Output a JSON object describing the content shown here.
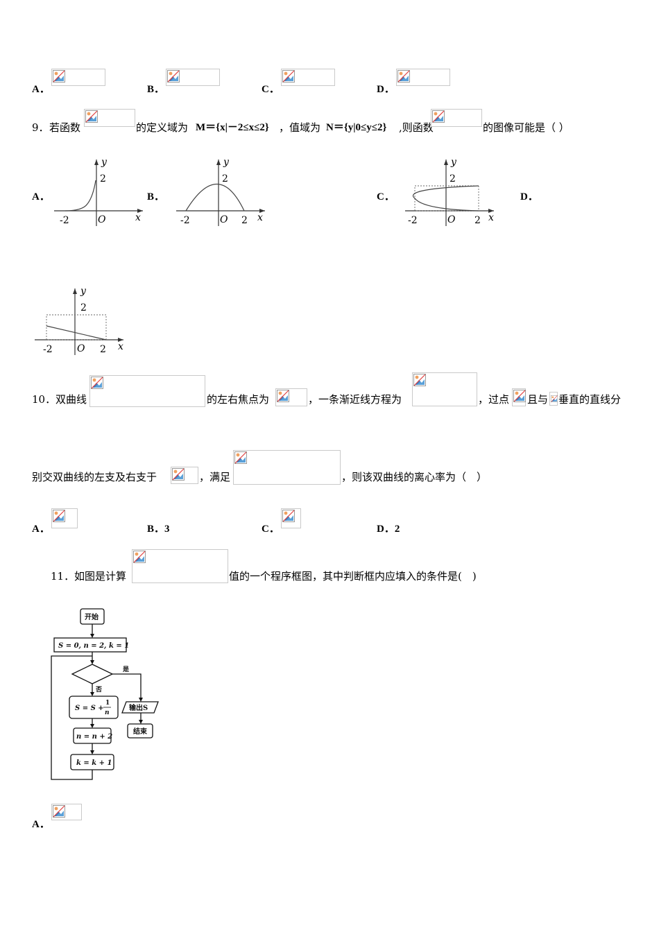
{
  "q8": {
    "options": [
      "A．",
      "B．",
      "C．",
      "D．"
    ]
  },
  "q9": {
    "num": "9．",
    "t1": "若函数",
    "t2": "的定义域为",
    "domain_set": "M＝{x|－2≤x≤2}",
    "t3": "，值域为",
    "range_set": "N＝{y|0≤y≤2}",
    "t4": ",则函数",
    "t5": "的图像可能是（ ）",
    "options": [
      "A．",
      "B．",
      "C．",
      "D．"
    ],
    "graphs": {
      "y_label": "y",
      "x_label": "x",
      "two": "2",
      "neg_two": "-2",
      "origin": "O"
    }
  },
  "q10": {
    "num": "10．",
    "t1": "双曲线",
    "t2": "的左右焦点为",
    "t3": "，一条渐近线方程为",
    "t4": "，过点",
    "t5": "且与",
    "t6": "垂直的直线分",
    "t7": "别交双曲线的左支及右支于",
    "t8": "，满足",
    "t9": "，则该双曲线的离心率为（　）",
    "options": [
      "A．",
      "B．3",
      "C．",
      "D．2"
    ]
  },
  "q11": {
    "num": "11．",
    "t1": "如图是计算",
    "t2": "值的一个程序框图，其中判断框内应填入的条件是(　)",
    "flow": {
      "start": "开始",
      "init": "S = 0, n = 2, k = 1",
      "yes": "是",
      "no": "否",
      "update_s": "S = S +",
      "frac_num": "1",
      "frac_den": "n",
      "output": "输出S",
      "end": "结束",
      "update_n": "n = n + 2",
      "update_k": "k = k + 1"
    },
    "options": [
      "A．"
    ]
  },
  "icons": {
    "broken_image": "broken-image-icon"
  }
}
